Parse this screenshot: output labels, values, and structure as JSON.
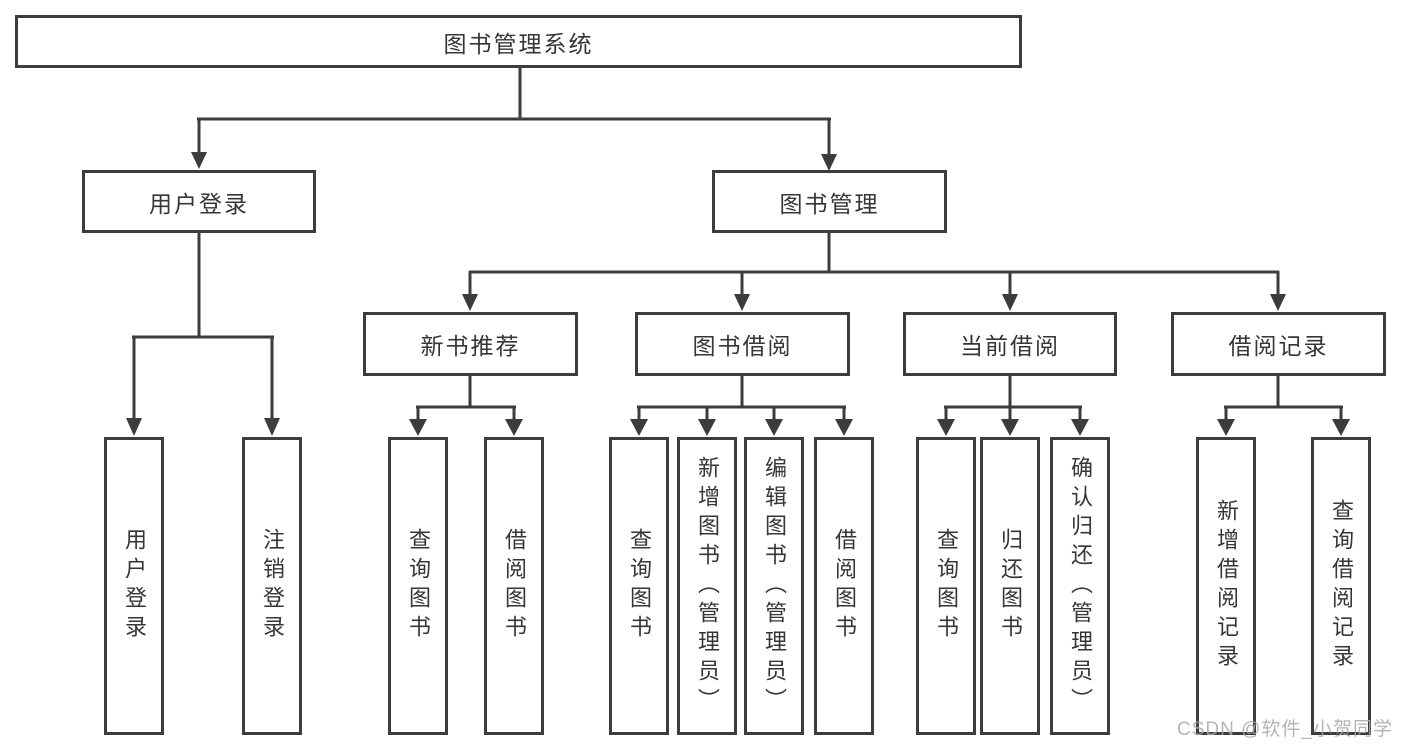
{
  "tree": {
    "root": {
      "label": "图书管理系统"
    },
    "branches": [
      {
        "label": "用户登录",
        "children": [
          {
            "label": "用户登录"
          },
          {
            "label": "注销登录"
          }
        ]
      },
      {
        "label": "图书管理",
        "children": [
          {
            "label": "新书推荐",
            "children": [
              {
                "label": "查询图书"
              },
              {
                "label": "借阅图书"
              }
            ]
          },
          {
            "label": "图书借阅",
            "children": [
              {
                "label": "查询图书"
              },
              {
                "label": "新增图书（管理员）"
              },
              {
                "label": "编辑图书（管理员）"
              },
              {
                "label": "借阅图书"
              }
            ]
          },
          {
            "label": "当前借阅",
            "children": [
              {
                "label": "查询图书"
              },
              {
                "label": "归还图书"
              },
              {
                "label": "确认归还（管理员）"
              }
            ]
          },
          {
            "label": "借阅记录",
            "children": [
              {
                "label": "新增借阅记录"
              },
              {
                "label": "查询借阅记录"
              }
            ]
          }
        ]
      }
    ]
  },
  "watermark": {
    "text": "CSDN @软件_小贺同学"
  },
  "colors": {
    "line": "#3c3c3c",
    "text": "#363636",
    "watermark": "#a8a8a8",
    "background": "#ffffff"
  }
}
